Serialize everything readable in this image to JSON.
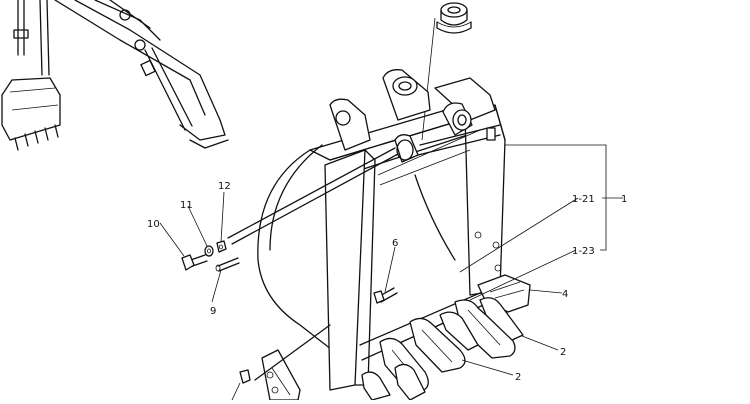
{
  "diagram": {
    "labels": {
      "part_1": "1",
      "part_1_21": "1-21",
      "part_1_23": "1-23",
      "part_2_upper": "2",
      "part_2_lower": "2",
      "part_4": "4",
      "part_6": "6",
      "part_9": "9",
      "part_10": "10",
      "part_11": "11",
      "part_12": "12"
    }
  }
}
